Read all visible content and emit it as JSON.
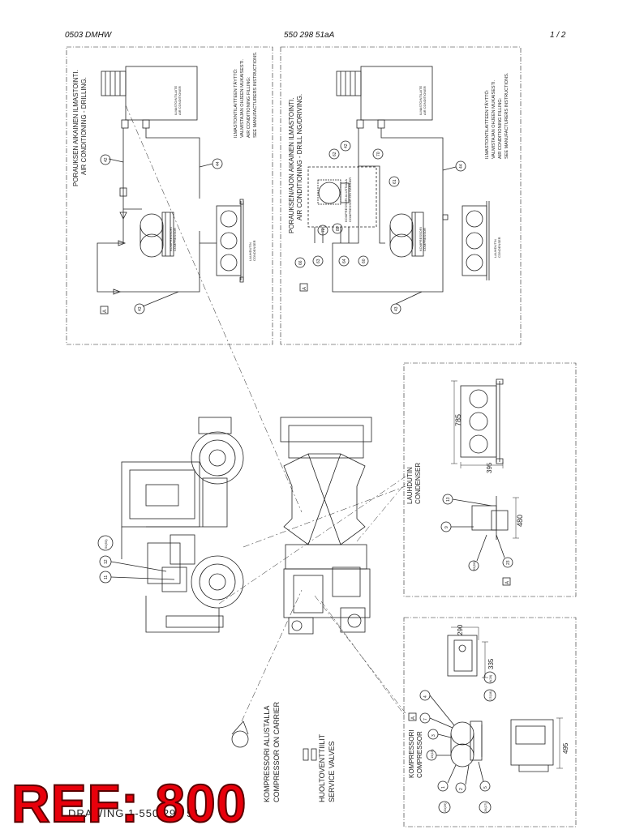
{
  "header": {
    "left": "0503 DMHW",
    "middle": "550 298 51aA",
    "right": "1 /  2"
  },
  "panel_top_left": {
    "title_fi": "PORAUKSEN AIKAINEN ILMASTOINTI.",
    "title_en": "AIR CONDITIONING - DRILLING.",
    "note_1": "ILMASTOINTILAITTEEN TÄYTTÖ:",
    "note_2": "VALMISTAJAN OHJEEN MUKAISESTI.",
    "note_3": "AIR CONDITIONING FILLING:",
    "note_4": "SEE MANUFACTURERS INSTRUCTIONS.",
    "unit_label_1": "ILMASTOINTILAITE",
    "unit_label_2": "AIR CONDITIONER",
    "compressor_1": "KOMPRESSORI",
    "compressor_2": "COMPRESSOR",
    "condenser_1": "LAUHDUTIN",
    "condenser_2": "CONDENSER",
    "item_42": "42",
    "item_44": "44",
    "item_43": "43",
    "detail": "A"
  },
  "panel_top_right": {
    "title_fi": "PORAUKSEN/AJON AIKAINEN ILMASTOINTI.",
    "title_en": "AIR CONDITIONING - DRILL NG/DRIVING.",
    "note_1": "ILMASTOINTILAITTEEN TÄYTTÖ:",
    "note_2": "VALMISTAJAN OHJEEN MUKAISESTI.",
    "note_3": "AIR CONDITIONING FILLING:",
    "note_4": "SEE MANUFACTURERS INSTRUCTIONS.",
    "unit_label_1": "ILMASTOINTILAITE",
    "unit_label_2": "AIR CONDITIONER",
    "compressor_carrier_1": "KOMPRESSORI ALUSTALLA",
    "compressor_carrier_2": "COMPRESSOR ON CARRIER",
    "compressor_1": "KOMPRESSORI",
    "compressor_2": "COMPRESSOR",
    "condenser_1": "LAUHDUTIN",
    "condenser_2": "CONDENSER",
    "item_42": "42",
    "item_44": "44",
    "item_43": "43",
    "item_70": "70",
    "item_62": "62",
    "item_61": "61",
    "item_72": "72",
    "item_88": "88",
    "item_66": "66",
    "item_63": "63",
    "item_64": "64",
    "item_60": "60",
    "detail": "A"
  },
  "panel_condenser": {
    "title_1": "LAUHDUTIN",
    "title_2": "CONDENSER",
    "dim_785": "785",
    "dim_395": "395",
    "dim_480": "480",
    "item_13": "13",
    "item_9": "9",
    "item_23": "23",
    "item_55": "55(56)",
    "detail": "A"
  },
  "panel_compressor": {
    "title_1": "KOMPRESSORI",
    "title_2": "COMPRESSOR",
    "dim_290": "290",
    "dim_335": "335",
    "dim_495": "495",
    "item_4": "4",
    "item_7": "7",
    "item_3": "3",
    "item_1": "1",
    "item_2": "2",
    "item_5": "5",
    "item_17": "17(18)",
    "item_6": "6(28)",
    "item_19": "19(19)",
    "item_20": "20(26)",
    "item_26": "26(27)",
    "detail": "A"
  },
  "carrier": {
    "item_11": "11",
    "item_12": "12",
    "item_50": "50(50)",
    "compressor_carrier_1": "KOMPRESSORI ALUSTALLA",
    "compressor_carrier_2": "COMPRESSOR ON CARRIER",
    "service_valves_1": "HUOLTOVENTTIILIT",
    "service_valves_2": "SERVICE VALVES"
  },
  "footer": {
    "drawing_no": "DRAWING 1-550 298 51",
    "ref_stamp": "REF: 800"
  }
}
